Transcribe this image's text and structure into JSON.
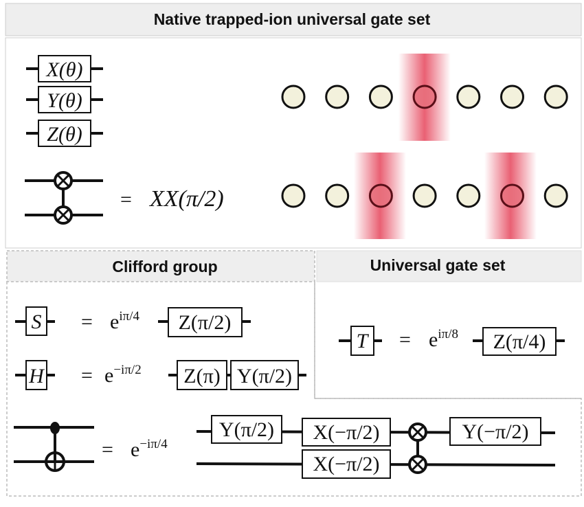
{
  "title": "Native trapped-ion universal gate set",
  "native": {
    "single_gates": [
      "X(θ)",
      "Y(θ)",
      "Z(θ)"
    ],
    "two_qubit_eq": "=",
    "two_qubit_label": "XX(π/2)",
    "ion_rows": [
      {
        "ion_count": 7,
        "illuminated": [
          4
        ]
      },
      {
        "ion_count": 7,
        "illuminated": [
          3,
          6
        ]
      }
    ],
    "beam_color": "#e8586c"
  },
  "clifford": {
    "header": "Clifford group",
    "s_gate": "S",
    "s_eq": "=",
    "s_phase_base": "e",
    "s_phase_exp": "iπ/4",
    "s_decomp": [
      "Z(π/2)"
    ],
    "h_gate": "H",
    "h_eq": "=",
    "h_phase_base": "e",
    "h_phase_exp": "−iπ/2",
    "h_decomp": [
      "Z(π)",
      "Y(π/2)"
    ],
    "cnot_eq": "=",
    "cnot_phase_base": "e",
    "cnot_phase_exp": "−iπ/4",
    "cnot_decomp": {
      "top": [
        "Y(π/2)",
        "X(−π/2)",
        "Y(−π/2)"
      ],
      "bottom": [
        "X(−π/2)"
      ]
    }
  },
  "universal": {
    "header": "Universal gate set",
    "t_gate": "T",
    "t_eq": "=",
    "t_phase_base": "e",
    "t_phase_exp": "iπ/8",
    "t_decomp": [
      "Z(π/4)"
    ]
  }
}
